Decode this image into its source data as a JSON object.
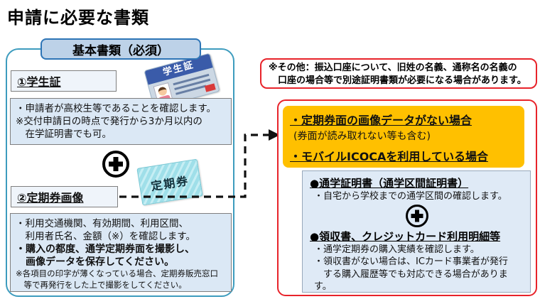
{
  "page": {
    "title": "申請に必要な書類"
  },
  "colors": {
    "left_panel_border": "#3d9cbe",
    "badge_fill": "#bdd2e8",
    "badge_border": "#2e75b6",
    "desc_fill": "#dbe8f5",
    "red_border": "#e8232a",
    "highlight_orange": "#ffc000",
    "inner_fill": "#dfeaf6",
    "student_card_band_blue": "#3a5ba9",
    "commuter_card_cyan": "#9fdfe9"
  },
  "left_panel": {
    "header": "基本書類（必須）",
    "item1_label": "①学生証",
    "student_card_text": "学生証",
    "desc1_lines": [
      "・申請者が高校生等であることを確認します。",
      "※交付申請日の時点で発行から3か月以内の",
      "　在学証明書でも可。"
    ],
    "item2_label": "②定期券画像",
    "commuter_card_text": "定期券",
    "desc2_lines": [
      "・利用交通機関、有効期間、利用区間、",
      "　利用者氏名、金額（※）を確認します。",
      "・購入の都度、通学定期券面を撮影し、",
      "　画像データを保存してください。",
      "※各項目の印字が薄くなっている場合、定期券販売窓口",
      "　等で再発行をした上で撮影をしてください。"
    ]
  },
  "note_box": {
    "lines": [
      "※その他：振込口座について、旧姓の名義、通称名の名義の",
      "　口座の場合等で別途証明書類が必要になる場合があります。"
    ]
  },
  "right_panel": {
    "case1": "・定期券面の画像データがない場合",
    "case1_note": "(券面が読み取れない等も含む)",
    "case2": "・モバイルICOCAを利用している場合",
    "doc1_title": "●通学証明書（通学区間証明書）",
    "doc1_lines": [
      "・自宅から学校までの通学区間の確認します。"
    ],
    "doc2_title": "●領収書、クレジットカード利用明細等",
    "doc2_lines": [
      "・通学定期券の購入実績を確認します。",
      "・領収書がない場合は、ICカード事業者が発行",
      "　する購入履歴等でも対応できる場合があります。"
    ]
  }
}
